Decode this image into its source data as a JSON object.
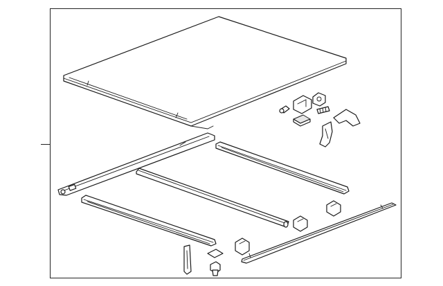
{
  "diagram": {
    "parts": [
      {
        "name": "tonneau-cover-panel"
      },
      {
        "name": "side-rail-left"
      },
      {
        "name": "front-rail"
      },
      {
        "name": "cross-bar-rod"
      },
      {
        "name": "side-rail-right"
      },
      {
        "name": "rear-rail"
      },
      {
        "name": "clamp-bracket"
      },
      {
        "name": "lock-nut"
      },
      {
        "name": "bolt"
      },
      {
        "name": "spacer"
      },
      {
        "name": "pad"
      },
      {
        "name": "latch-handle"
      },
      {
        "name": "mounting-clip"
      },
      {
        "name": "fastener-pin"
      },
      {
        "name": "support-strut"
      }
    ]
  }
}
